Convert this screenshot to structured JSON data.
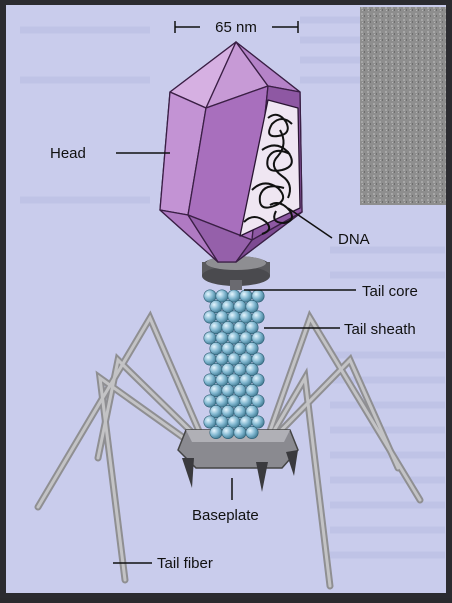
{
  "labels": {
    "scale": "65 nm",
    "head": "Head",
    "dna": "DNA",
    "tail_core": "Tail core",
    "tail_sheath": "Tail sheath",
    "baseplate": "Baseplate",
    "tail_fiber": "Tail fiber"
  },
  "colors": {
    "frame": "#2b2b30",
    "background": "#c9ccec",
    "head_light": "#c79ad6",
    "head_mid": "#a46bb8",
    "head_dark": "#7d4a92",
    "sheath_bead": "#7fb6cf",
    "fiber": "#a9a9ab",
    "baseplate": "#6e6e72",
    "micrograph": "#9b9b9b"
  }
}
